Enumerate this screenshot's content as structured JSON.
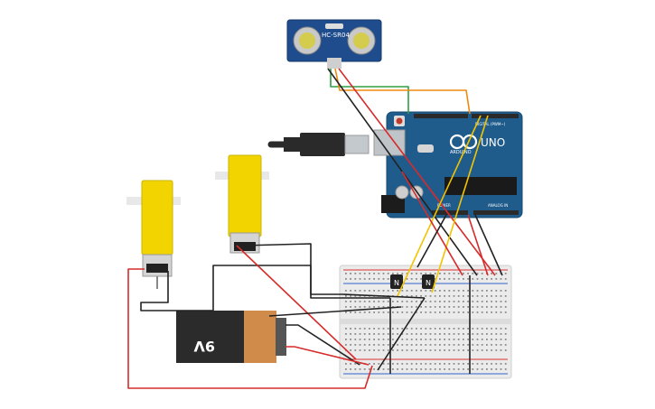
{
  "sensor": {
    "label": "HC-SR04"
  },
  "arduino": {
    "brand": "ARDUINO",
    "model": "UNO",
    "digital": "DIGITAL (PWM~)",
    "power": "POWER",
    "analog": "ANALOG IN"
  },
  "battery": {
    "label": "9V"
  },
  "transistors": [
    {
      "label": "N"
    },
    {
      "label": "N"
    }
  ],
  "colors": {
    "arduino": "#1f5c8c",
    "motor_body": "#f2d500",
    "battery_top": "#d08a4a",
    "battery_body": "#2b2b2b",
    "wire_red": "#d62b2b",
    "wire_black": "#222222",
    "wire_yellow": "#f2c400",
    "wire_green": "#2ea043",
    "wire_orange": "#ee8a12",
    "breadboard": "#e9e9e9"
  },
  "icons": [
    "ultrasonic-sensor-icon",
    "usb-cable-icon",
    "dc-motor-icon",
    "battery-icon",
    "transistor-icon",
    "breadboard-icon",
    "arduino-board-icon"
  ]
}
